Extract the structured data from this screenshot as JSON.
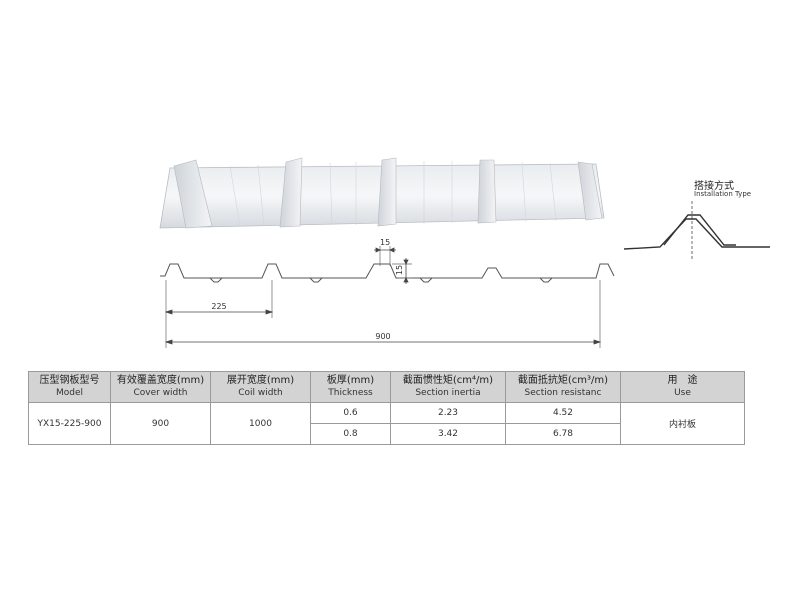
{
  "profile": {
    "dim_rib_top": "15",
    "dim_rib_height": "15",
    "dim_pitch": "225",
    "dim_cover": "900"
  },
  "installation": {
    "title_cn": "搭接方式",
    "title_en": "Installation Type"
  },
  "table": {
    "headers": [
      {
        "cn": "压型钢板型号",
        "en": "Model"
      },
      {
        "cn": "有效覆盖宽度(mm)",
        "en": "Cover width"
      },
      {
        "cn": "展开宽度(mm)",
        "en": "Coil width"
      },
      {
        "cn": "板厚(mm)",
        "en": "Thickness"
      },
      {
        "cn": "截面惯性矩(cm⁴/m)",
        "en": "Section inertia"
      },
      {
        "cn": "截面抵抗矩(cm³/m)",
        "en": "Section resistanc"
      },
      {
        "cn": "用　途",
        "en": "Use"
      }
    ],
    "model": "YX15-225-900",
    "cover_width": "900",
    "coil_width": "1000",
    "rows": [
      {
        "thickness": "0.6",
        "inertia": "2.23",
        "resistance": "4.52"
      },
      {
        "thickness": "0.8",
        "inertia": "3.42",
        "resistance": "6.78"
      }
    ],
    "use": "内衬板"
  },
  "colors": {
    "sheet_light": "#f1f3f5",
    "sheet_shadow": "#c9ced4",
    "header_bg": "#d3d3d3",
    "line": "#555555"
  }
}
